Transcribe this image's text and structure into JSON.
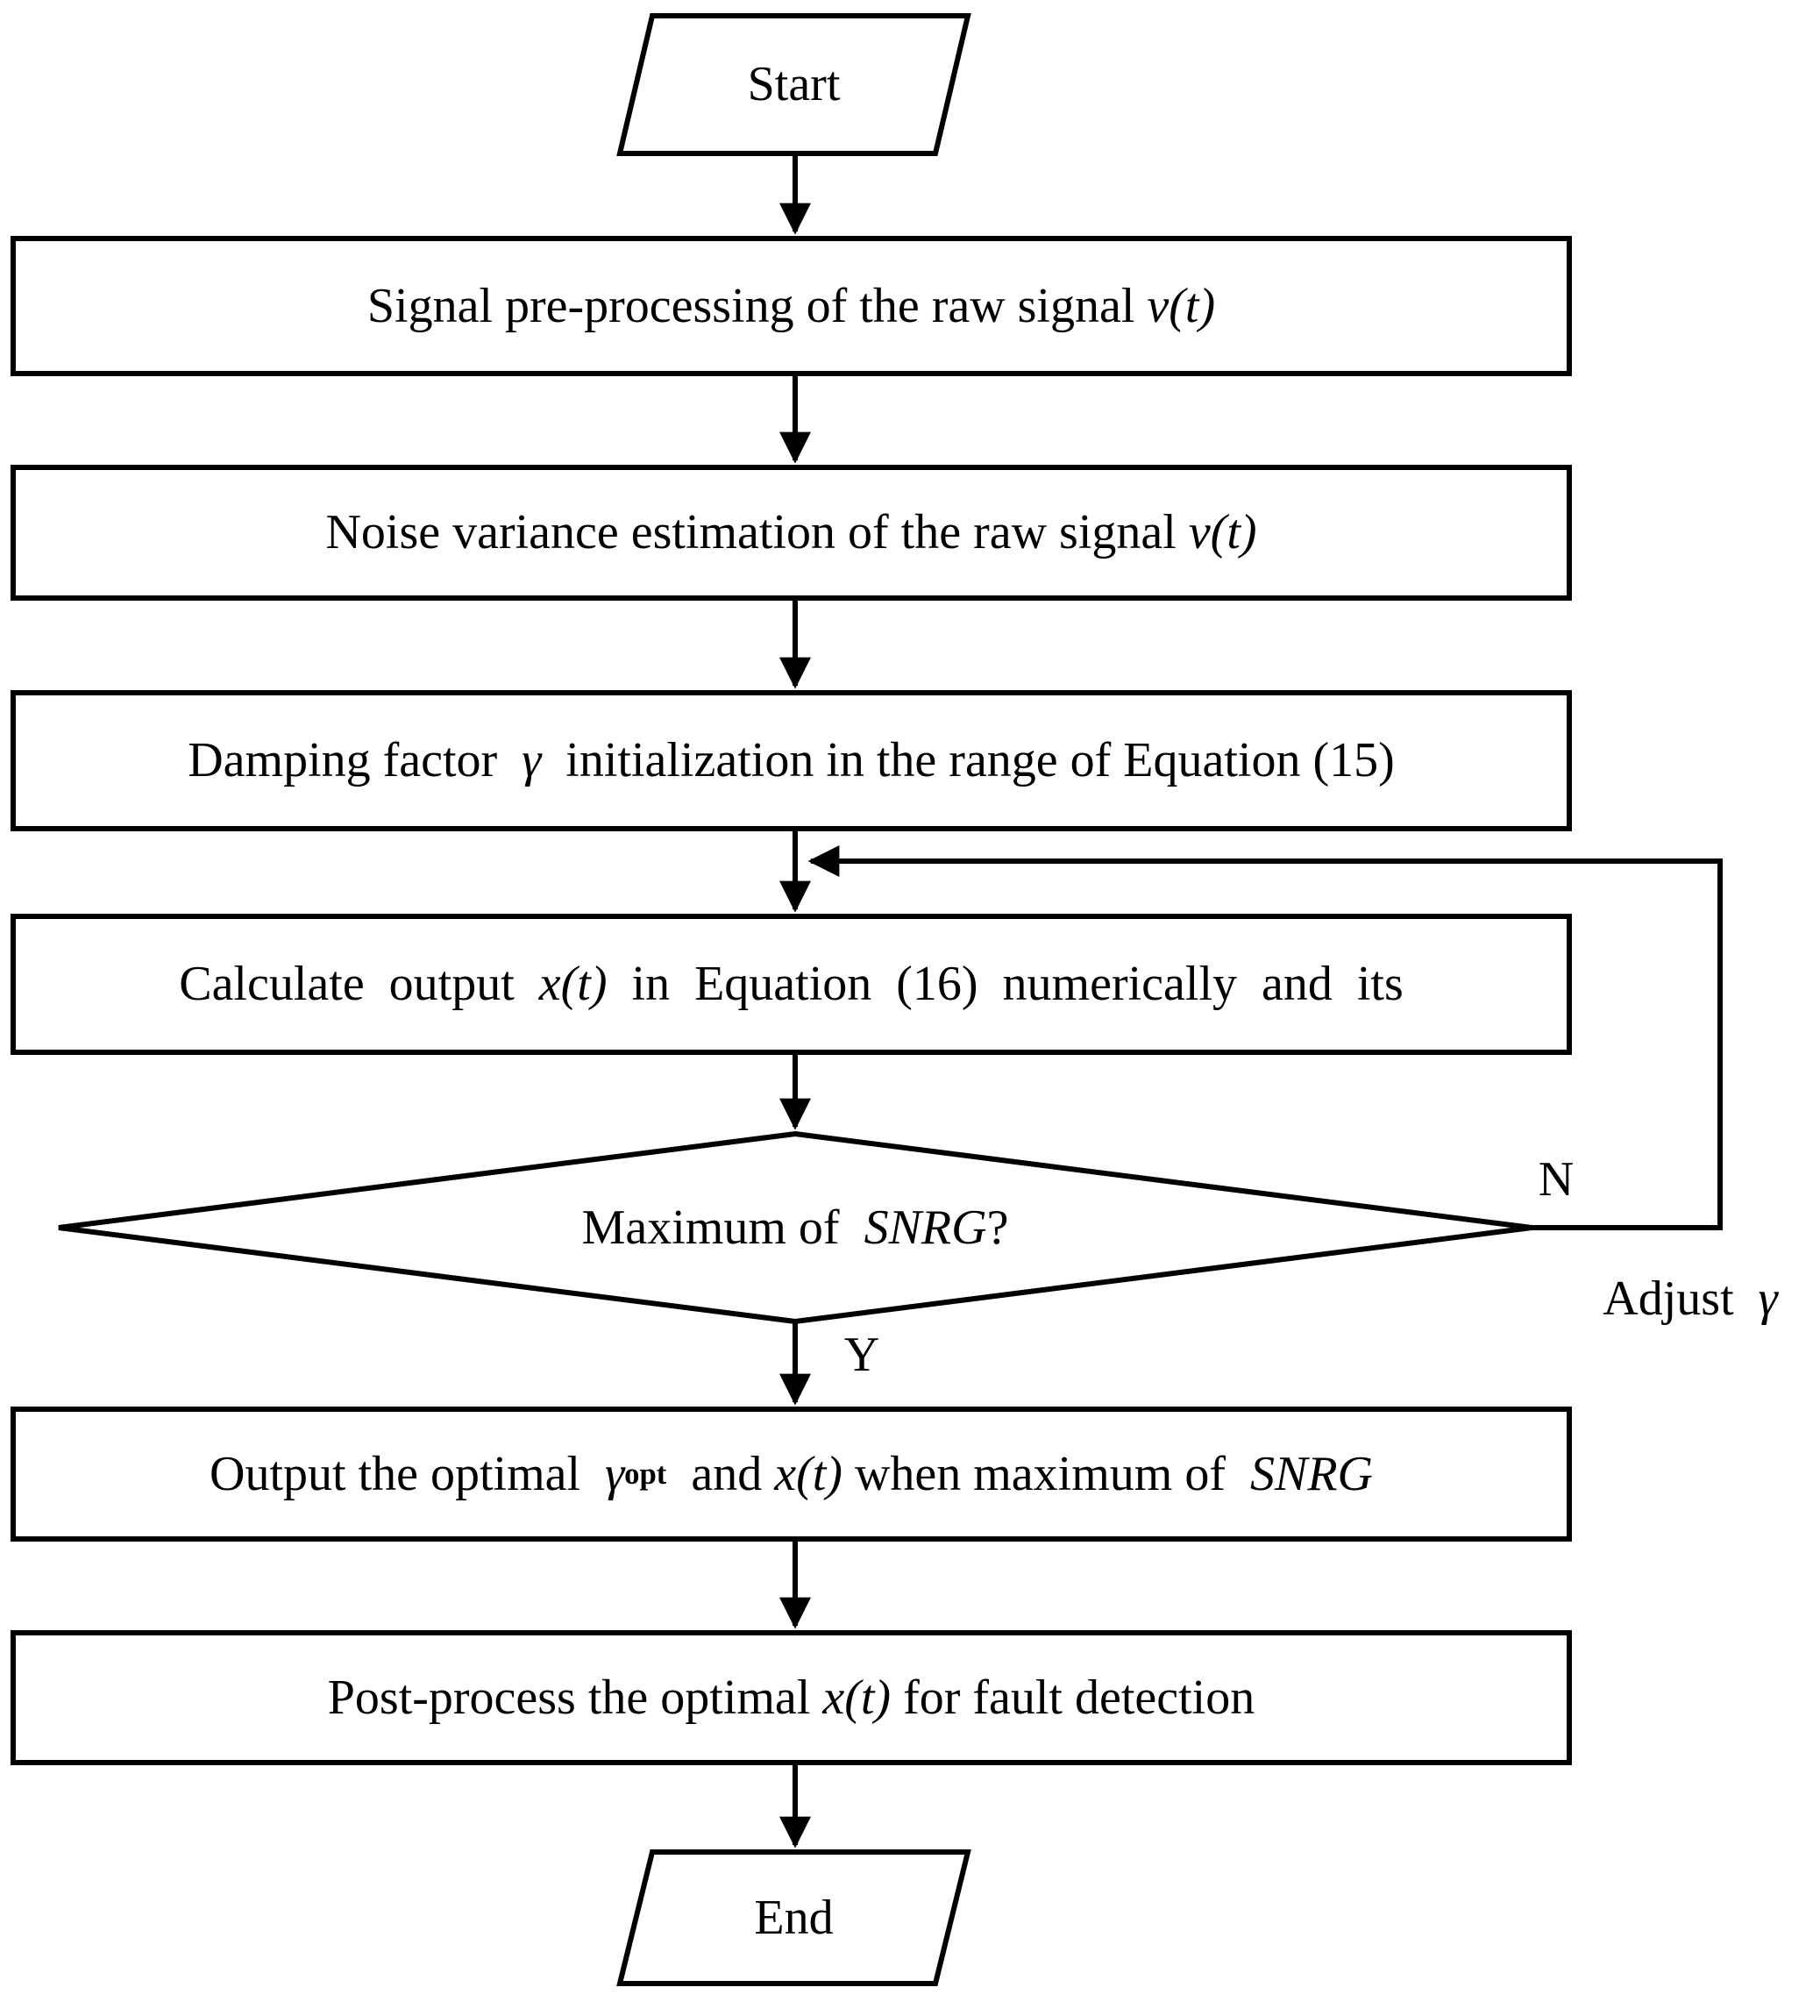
{
  "figure": {
    "type": "flowchart",
    "background_color": "#ffffff",
    "line_color": "#000000",
    "text_color": "#000000"
  },
  "nodes": {
    "start": {
      "shape": "parallelogram",
      "label": "Start"
    },
    "preprocess": {
      "shape": "rectangle",
      "runs": [
        "Signal pre-processing of the raw signal ",
        "v(t)"
      ]
    },
    "noise": {
      "shape": "rectangle",
      "runs": [
        "Noise variance estimation of the raw signal ",
        "v(t)"
      ]
    },
    "damping": {
      "shape": "rectangle",
      "runs": [
        "Damping factor  ",
        "γ",
        "  initialization in the range of Equation (15)"
      ]
    },
    "calculate": {
      "shape": "rectangle",
      "runs": [
        "Calculate output ",
        "x(t)",
        " in Equation (16) numerically and its"
      ]
    },
    "decision": {
      "shape": "diamond",
      "runs": [
        "Maximum of  ",
        "SNRG",
        "?"
      ]
    },
    "output": {
      "shape": "rectangle",
      "runs": [
        "Output the optimal  ",
        "γ",
        "opt",
        "  and ",
        "x(t)",
        " when maximum of  ",
        "SNRG"
      ]
    },
    "postprocess": {
      "shape": "rectangle",
      "runs": [
        "Post-process the optimal ",
        "x(t)",
        " for fault detection"
      ]
    },
    "end": {
      "shape": "parallelogram",
      "label": "End"
    }
  },
  "edge_labels": {
    "no": "N",
    "yes": "Y",
    "adjust": [
      "Adjust  ",
      "γ"
    ]
  }
}
